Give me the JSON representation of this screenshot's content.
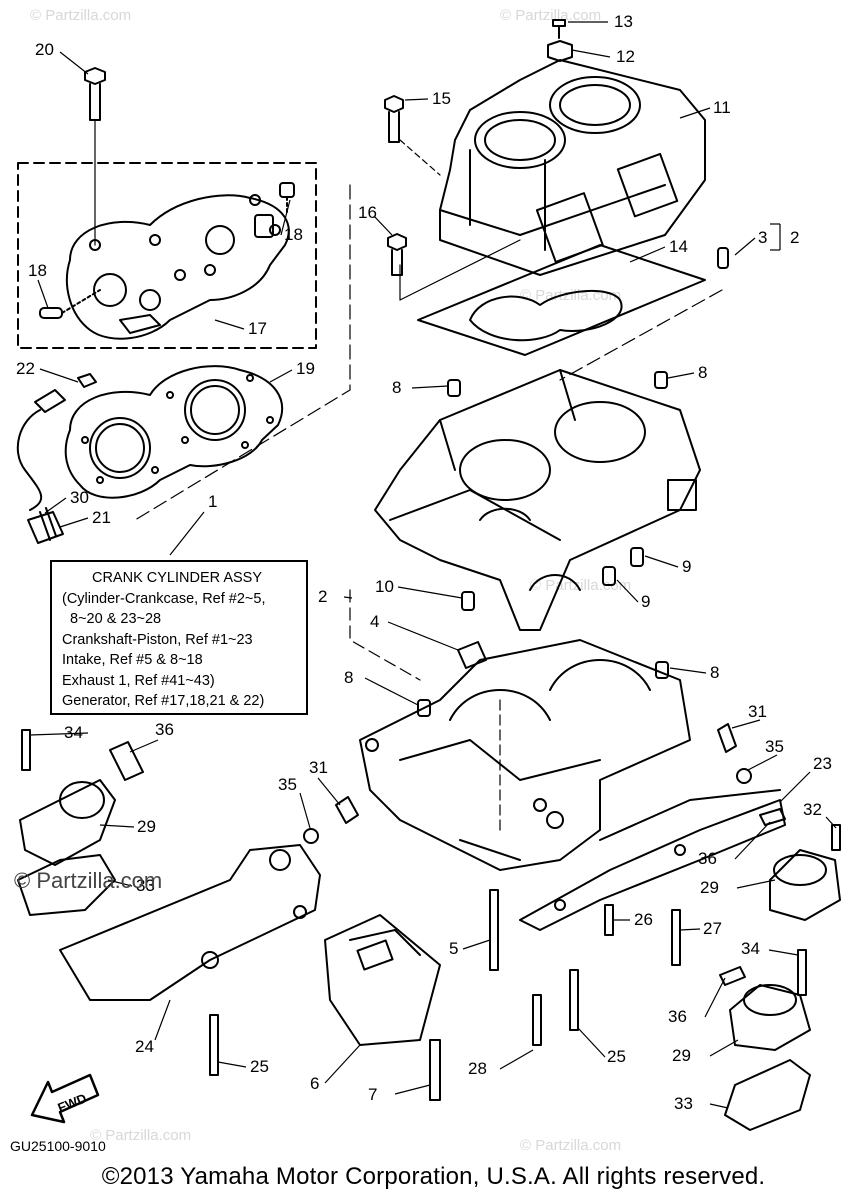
{
  "watermark": "© Partzilla.com",
  "brand_watermark": "© Partzilla.com",
  "assembly_box": {
    "title": "CRANK CYLINDER ASSY",
    "lines": [
      "(Cylinder-Crankcase, Ref #2~5,",
      "8~20 & 23~28",
      "Crankshaft-Piston, Ref #1~23",
      "Intake, Ref #5 & 8~18",
      "Exhaust 1, Ref #41~43)",
      "Generator, Ref #17,18,21 & 22)"
    ]
  },
  "diagram_code": "GU25100-9010",
  "copyright": "©2013  Yamaha Motor Corporation, U.S.A. All rights reserved.",
  "fwd_label": "FWD",
  "callouts": [
    {
      "id": "c1",
      "label": "1"
    },
    {
      "id": "c2a",
      "label": "2"
    },
    {
      "id": "c2b",
      "label": "2"
    },
    {
      "id": "c3",
      "label": "3"
    },
    {
      "id": "c4",
      "label": "4"
    },
    {
      "id": "c5",
      "label": "5"
    },
    {
      "id": "c6",
      "label": "6"
    },
    {
      "id": "c7",
      "label": "7"
    },
    {
      "id": "c8a",
      "label": "8"
    },
    {
      "id": "c8b",
      "label": "8"
    },
    {
      "id": "c8c",
      "label": "8"
    },
    {
      "id": "c8d",
      "label": "8"
    },
    {
      "id": "c9a",
      "label": "9"
    },
    {
      "id": "c9b",
      "label": "9"
    },
    {
      "id": "c10",
      "label": "10"
    },
    {
      "id": "c11",
      "label": "11"
    },
    {
      "id": "c12",
      "label": "12"
    },
    {
      "id": "c13",
      "label": "13"
    },
    {
      "id": "c14",
      "label": "14"
    },
    {
      "id": "c15",
      "label": "15"
    },
    {
      "id": "c16",
      "label": "16"
    },
    {
      "id": "c17",
      "label": "17"
    },
    {
      "id": "c18a",
      "label": "18"
    },
    {
      "id": "c18b",
      "label": "18"
    },
    {
      "id": "c19",
      "label": "19"
    },
    {
      "id": "c20",
      "label": "20"
    },
    {
      "id": "c21",
      "label": "21"
    },
    {
      "id": "c22",
      "label": "22"
    },
    {
      "id": "c23",
      "label": "23"
    },
    {
      "id": "c24",
      "label": "24"
    },
    {
      "id": "c25a",
      "label": "25"
    },
    {
      "id": "c25b",
      "label": "25"
    },
    {
      "id": "c26",
      "label": "26"
    },
    {
      "id": "c27",
      "label": "27"
    },
    {
      "id": "c28",
      "label": "28"
    },
    {
      "id": "c29a",
      "label": "29"
    },
    {
      "id": "c29b",
      "label": "29"
    },
    {
      "id": "c29c",
      "label": "29"
    },
    {
      "id": "c30",
      "label": "30"
    },
    {
      "id": "c31a",
      "label": "31"
    },
    {
      "id": "c31b",
      "label": "31"
    },
    {
      "id": "c32",
      "label": "32"
    },
    {
      "id": "c33a",
      "label": "33"
    },
    {
      "id": "c33b",
      "label": "33"
    },
    {
      "id": "c34a",
      "label": "34"
    },
    {
      "id": "c34b",
      "label": "34"
    },
    {
      "id": "c35a",
      "label": "35"
    },
    {
      "id": "c35b",
      "label": "35"
    },
    {
      "id": "c36a",
      "label": "36"
    },
    {
      "id": "c36b",
      "label": "36"
    },
    {
      "id": "c36c",
      "label": "36"
    }
  ]
}
